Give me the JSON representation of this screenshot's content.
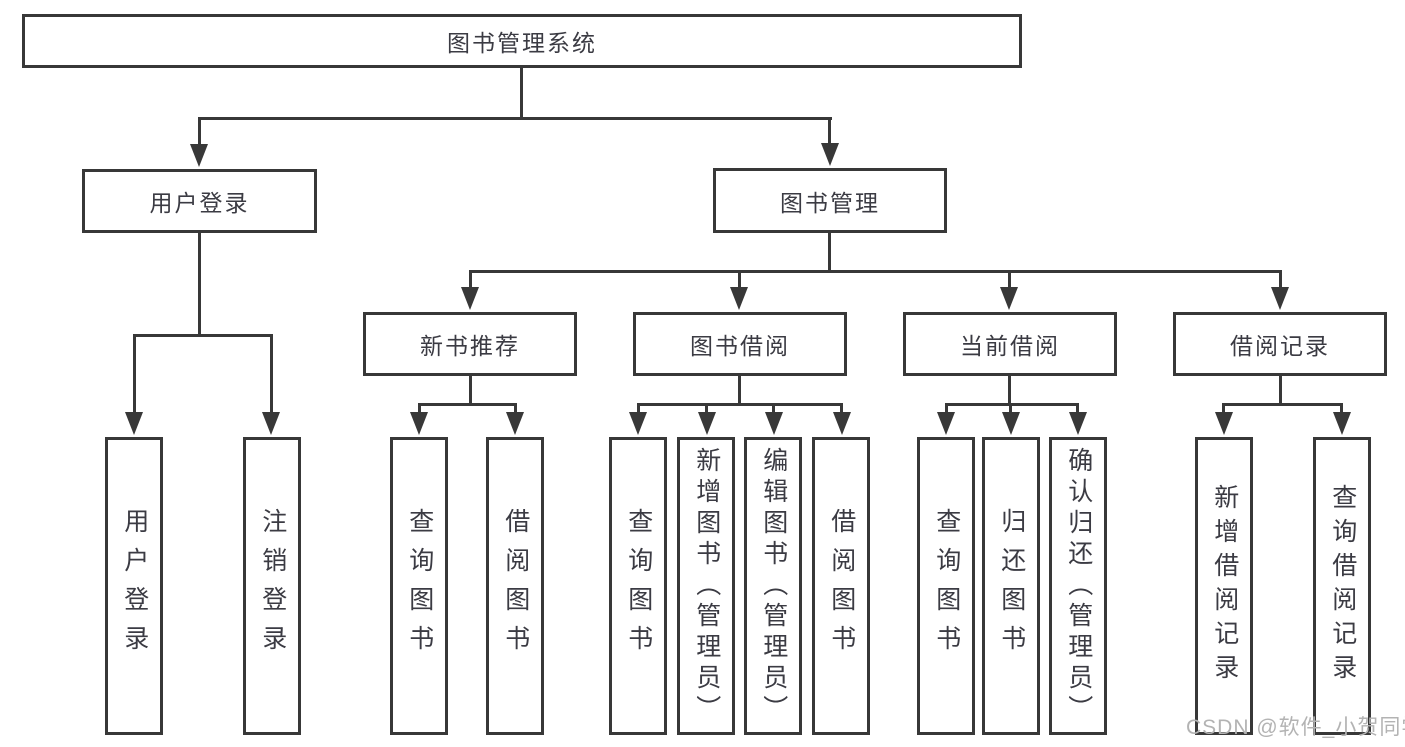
{
  "root": {
    "label": "图书管理系统"
  },
  "level1": {
    "user_login": {
      "label": "用户登录"
    },
    "book_management": {
      "label": "图书管理"
    }
  },
  "level2": {
    "new_book_recommend": {
      "label": "新书推荐"
    },
    "book_borrow": {
      "label": "图书借阅"
    },
    "current_borrow": {
      "label": "当前借阅"
    },
    "borrow_records": {
      "label": "借阅记录"
    }
  },
  "leaves": {
    "login": [
      "用户登录",
      "注销登录"
    ],
    "recommend": [
      "查询图书",
      "借阅图书"
    ],
    "borrow": [
      "查询图书",
      "新增图书（管理员）",
      "编辑图书（管理员）",
      "借阅图书"
    ],
    "current": [
      "查询图书",
      "归还图书",
      "确认归还（管理员）"
    ],
    "records": [
      "新增借阅记录",
      "查询借阅记录"
    ]
  },
  "watermark": "CSDN @软件_小贺同学",
  "colors": {
    "line": "#383838",
    "text": "#3b3b43",
    "watermark": "#b3b3b3",
    "background": "#ffffff"
  }
}
